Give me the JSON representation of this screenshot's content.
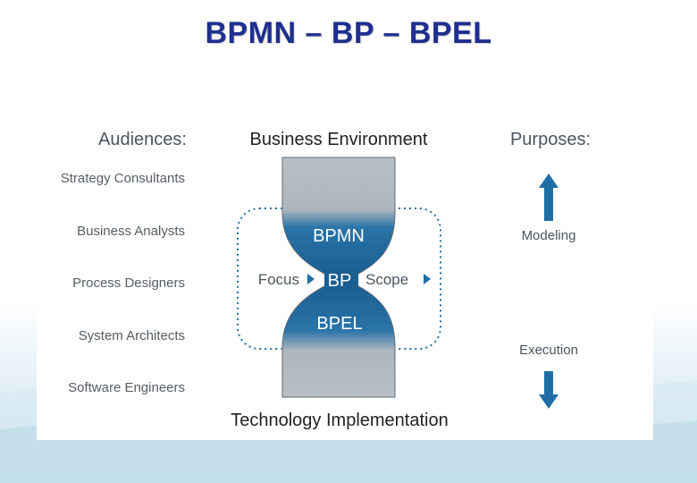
{
  "slide": {
    "title": "BPMN – BP – BPEL"
  },
  "diagram": {
    "headers": {
      "audiences": "Audiences:",
      "business_environment": "Business Environment",
      "purposes": "Purposes:",
      "technology_implementation": "Technology Implementation"
    },
    "audiences": [
      "Strategy Consultants",
      "Business Analysts",
      "Process Designers",
      "System Architects",
      "Software Engineers"
    ],
    "hourglass": {
      "top_label": "BPMN",
      "center_label": "BP",
      "bottom_label": "BPEL",
      "focus_label": "Focus",
      "scope_label": "Scope"
    },
    "purposes": {
      "modeling": "Modeling",
      "execution": "Execution"
    },
    "colors": {
      "title": "#1f2f8f",
      "accent_blue": "#1f6fa6",
      "gray_fill": "#b5bcc2",
      "text_gray": "#555e66"
    }
  }
}
